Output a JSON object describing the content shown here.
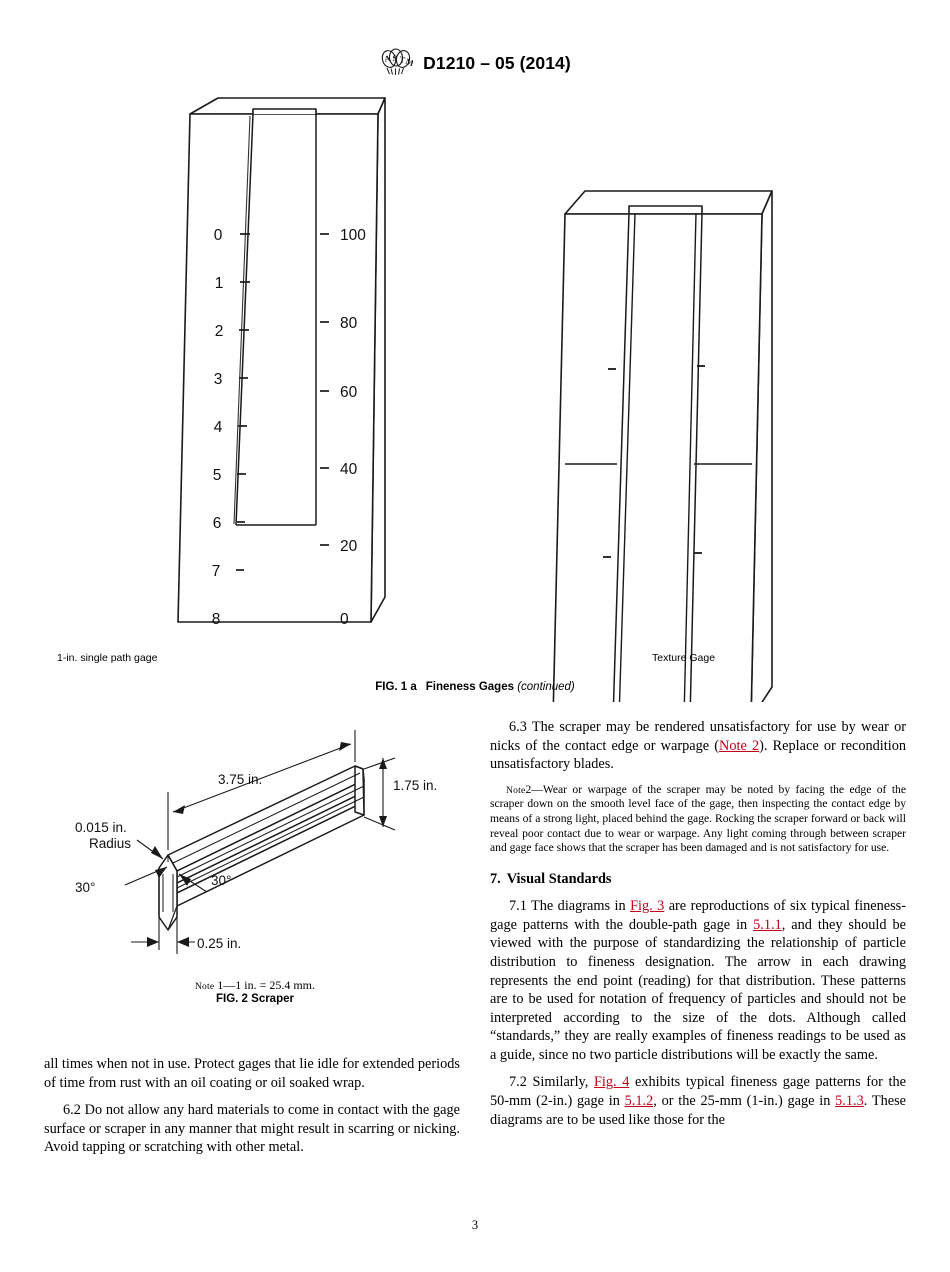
{
  "header": {
    "standard_designation": "D1210 – 05 (2014)",
    "logo_icon": "astm-logo-icon"
  },
  "figure1": {
    "caption_label": "FIG. 1 a",
    "caption_title": "Fineness Gages",
    "caption_continued": "(continued)",
    "left_gage": {
      "sublabel": "1-in. single path gage",
      "left_scale_ticks": [
        "0",
        "1",
        "2",
        "3",
        "4",
        "5",
        "6",
        "7",
        "8"
      ],
      "right_scale_ticks": [
        "100",
        "80",
        "60",
        "40",
        "20",
        "0"
      ]
    },
    "right_gage": {
      "sublabel": "Texture Gage"
    }
  },
  "figure2": {
    "caption_label": "FIG. 2 Scraper",
    "note_prefix": "Note",
    "note_text": "1—1 in. = 25.4 mm.",
    "dimensions": {
      "length": "3.75 in.",
      "height": "1.75 in.",
      "radius": "0.015 in.",
      "radius_label2": "Radius",
      "thickness": "0.25 in.",
      "angle_left": "30°",
      "angle_right": "30°"
    }
  },
  "left_column": {
    "para_continued": "all times when not in use. Protect gages that lie idle for extended periods of time from rust with an oil coating or oil soaked wrap.",
    "para_6_2": "6.2  Do not allow any hard materials to come in contact with the gage surface or scraper in any manner that might result in scarring or nicking. Avoid tapping or scratching with other metal."
  },
  "right_column": {
    "para_6_3_part1": "6.3  The scraper may be rendered unsatisfactory for use by wear or nicks of the contact edge or warpage (",
    "para_6_3_xref": "Note 2",
    "para_6_3_part2": "). Replace or recondition unsatisfactory blades.",
    "note2_prefix": "Note",
    "note2_text": "2—Wear or warpage of the scraper may be noted by facing the edge of the scraper down on the smooth level face of the gage, then inspecting the contact edge by means of a strong light, placed behind the gage. Rocking the scraper forward or back will reveal poor contact due to wear or warpage. Any light coming through between scraper and gage face shows that the scraper has been damaged and is not satisfactory for use.",
    "section7_number": "7.",
    "section7_title": "Visual Standards",
    "para_7_1_a": "7.1  The diagrams in ",
    "para_7_1_xref1": "Fig. 3",
    "para_7_1_b": " are reproductions of six typical fineness-gage patterns with the double-path gage in ",
    "para_7_1_xref2": "5.1.1",
    "para_7_1_c": ", and they should be viewed with the purpose of standardizing the relationship of particle distribution to fineness designation. The arrow in each drawing represents the end point (reading) for that distribution. These patterns are to be used for notation of frequency of particles and should not be interpreted according to the size of the dots. Although called “standards,” they are really examples of fineness readings to be used as a guide, since no two particle distributions will be exactly the same.",
    "para_7_2_a": "7.2  Similarly, ",
    "para_7_2_xref1": "Fig. 4",
    "para_7_2_b": " exhibits typical fineness gage patterns for the 50-mm (2-in.) gage in ",
    "para_7_2_xref2": "5.1.2",
    "para_7_2_c": ", or the 25-mm (1-in.) gage in ",
    "para_7_2_xref3": "5.1.3",
    "para_7_2_d": ". These diagrams are to be used like those for the"
  },
  "footer": {
    "page_number": "3"
  },
  "colors": {
    "xref": "#c00018",
    "ink": "#000000",
    "paper": "#ffffff"
  }
}
